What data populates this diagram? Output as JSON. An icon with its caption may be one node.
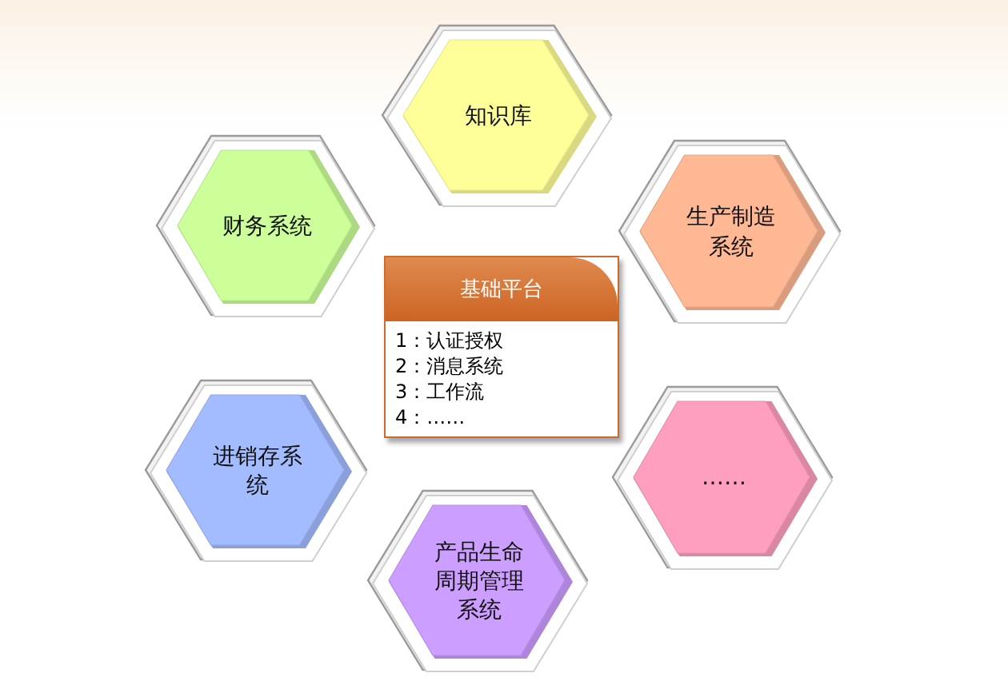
{
  "diagram": {
    "nodes": [
      {
        "text": [
          "知识库"
        ]
      },
      {
        "text": [
          "财务系统"
        ]
      },
      {
        "text": [
          "生产制造系统"
        ]
      },
      {
        "text": [
          "基础平台",
          "1：认证授权",
          "2：消息系统",
          "3：工作流",
          "4：……"
        ]
      },
      {
        "text": [
          "进销存系统"
        ]
      },
      {
        "text": [
          "……"
        ]
      },
      {
        "text": [
          "产品生命周期管理系统"
        ]
      }
    ]
  }
}
